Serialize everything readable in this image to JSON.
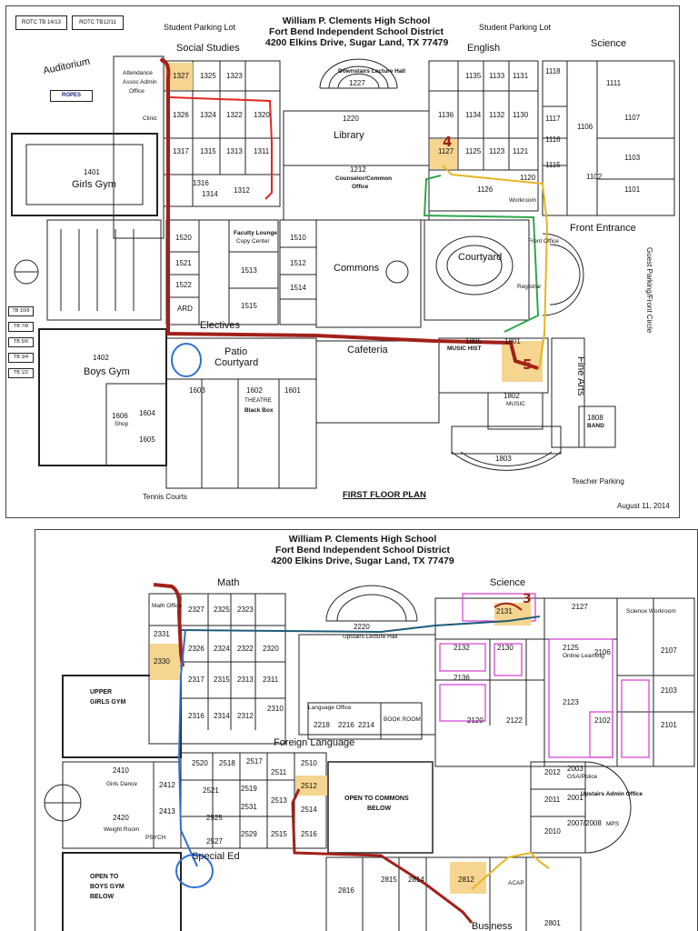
{
  "top": {
    "title_lines": [
      "William P. Clements High School",
      "Fort Bend Independent School District",
      "4200 Elkins Drive, Sugar Land, TX 77479"
    ],
    "plan_title": "FIRST FLOOR PLAN",
    "date": "August 11, 2014",
    "parking_left": "Student Parking Lot",
    "parking_right": "Student Parking Lot",
    "tennis": "Tennis Courts",
    "teacher_parking": "Teacher Parking",
    "guest_parking": "Guest Parking/Front Circle",
    "rotc_a": "ROTC TB 14/13",
    "rotc_b": "ROTC TB12/11",
    "auditorium": "Auditorium",
    "ropes": "ROPES",
    "areas": {
      "social_studies": "Social Studies",
      "english": "English",
      "science": "Science",
      "library": "Library",
      "commons": "Commons",
      "courtyard": "Courtyard",
      "front_entrance": "Front Entrance",
      "electives": "Electives",
      "patio": "Patio",
      "patio2": "Courtyard",
      "cafeteria": "Cafeteria",
      "fine_arts": "Fine Arts",
      "girls_gym": "Girls Gym",
      "boys_gym": "Boys Gym"
    },
    "tb_labels": [
      "TB 10/9",
      "TB 7/8",
      "TB 5/6",
      "TB 3/4",
      "TB 1/2"
    ],
    "rooms": {
      "r1327": "1327",
      "r1325": "1325",
      "r1323": "1323",
      "r1326": "1326",
      "r1324": "1324",
      "r1322": "1322",
      "r1320": "1320",
      "r1317": "1317",
      "r1315": "1315",
      "r1313": "1313",
      "r1311": "1311",
      "r1316": "1316",
      "r1314": "1314",
      "r1312": "1312",
      "r1401": "1401",
      "r1402": "1402",
      "r1520": "1520",
      "r1521": "1521",
      "r1522": "1522",
      "r1513": "1513",
      "r1515": "1515",
      "r1510": "1510",
      "r1512": "1512",
      "r1514": "1514",
      "ard": "ARD",
      "r1220": "1220",
      "r1212": "1212",
      "r1227": "1227",
      "r1135": "1135",
      "r1133": "1133",
      "r1131": "1131",
      "r1118": "1118",
      "r1111": "1111",
      "r1136": "1136",
      "r1134": "1134",
      "r1132": "1132",
      "r1130": "1130",
      "r1117": "1117",
      "r1106": "1106",
      "r1107": "1107",
      "r1116": "1116",
      "r1103": "1103",
      "r1127": "1127",
      "r1125": "1125",
      "r1123": "1123",
      "r1121": "1121",
      "r1115": "1115",
      "r1102": "1102",
      "r1101": "1101",
      "r1126": "1126",
      "r1120": "1120",
      "r1801": "1801",
      "r1805": "1805",
      "r1802": "1802",
      "r1803": "1803",
      "r1808": "1808",
      "r1603": "1603",
      "r1602": "1602",
      "r1601": "1601",
      "r1606": "1606",
      "r1604": "1604",
      "r1605": "1605"
    },
    "notes": {
      "counselor": "Counselor/Common",
      "office": "Office",
      "downstairs_lecture": "Downstairs Lecture Hall",
      "faculty_lounge": "Faculty Lounge",
      "copy_center": "Copy Center",
      "workroom": "Workroom",
      "front_office": "Front Office",
      "registrar": "Registrar",
      "music_hist": "MUSIC HIST",
      "theatre": "THEATRE",
      "black_box": "Black Box",
      "shop": "Shop",
      "band": "BAND",
      "clinic": "Clinic",
      "attendance": "Attendance",
      "assoc_admin": "Assoc Admin",
      "office_small": "Office",
      "music": "MUSIC"
    },
    "route_marks": [
      "4",
      "5"
    ]
  },
  "bottom": {
    "title_lines": [
      "William P. Clements High School",
      "Fort Bend Independent School District",
      "4200 Elkins Drive, Sugar Land, TX 77479"
    ],
    "areas": {
      "math": "Math",
      "science": "Science",
      "foreign_language": "Foreign Language",
      "special_ed": "Special Ed",
      "business": "Business"
    },
    "gym_upper": [
      "UPPER",
      "GIRLS GYM"
    ],
    "gym_open": [
      "OPEN TO",
      "BOYS GYM",
      "BELOW"
    ],
    "commons_open": [
      "OPEN TO COMMONS",
      "BELOW"
    ],
    "rooms": {
      "r2327": "2327",
      "r2325": "2325",
      "r2323": "2323",
      "r2331": "2331",
      "r2330": "2330",
      "r2326": "2326",
      "r2324": "2324",
      "r2322": "2322",
      "r2320": "2320",
      "r2317": "2317",
      "r2315": "2315",
      "r2313": "2313",
      "r2311": "2311",
      "r2316": "2316",
      "r2314": "2314",
      "r2312": "2312",
      "r2310": "2310",
      "r2220": "2220",
      "r2218": "2218",
      "r2216": "2216",
      "r2214": "2214",
      "r2131": "2131",
      "r2127": "2127",
      "r2132": "2132",
      "r2130": "2130",
      "r2125": "2125",
      "r2106": "2106",
      "r2107": "2107",
      "r2136": "2136",
      "r2103": "2103",
      "r2123": "2123",
      "r2120": "2120",
      "r2122": "2122",
      "r2102": "2102",
      "r2101": "2101",
      "r2410": "2410",
      "r2412": "2412",
      "r2413": "2413",
      "r2420": "2420",
      "r2520": "2520",
      "r2518": "2518",
      "r2517": "2517",
      "r2521": "2521",
      "r2519": "2519",
      "r2531": "2531",
      "r2525": "2525",
      "r2529": "2529",
      "r2527": "2527",
      "r2511": "2511",
      "r2513": "2513",
      "r2515": "2515",
      "r2510": "2510",
      "r2512": "2512",
      "r2514": "2514",
      "r2516": "2516",
      "r2012": "2012",
      "r2003": "2003",
      "r2011": "2011",
      "r2010": "2010",
      "r2001": "2001",
      "r2007": "2007/2008",
      "r2816": "2816",
      "r2815": "2815",
      "r2814": "2814",
      "r2812": "2812",
      "r2801": "2801"
    },
    "notes": {
      "math_office": "Math Office",
      "upstairs_lecture": "Upstairs Lecture Hall",
      "language_office": "Language Office",
      "book_room": "BOOK ROOM",
      "science_workroom": "Science Workroom",
      "online_learning": "Online Learning",
      "girls_dance": "Girls Dance",
      "weight_room": "Weight Room",
      "psych": "PSYCH",
      "gsa_police": "GSA/Police",
      "upstairs_admin": "Upstairs Admin Office",
      "acap": "ACAP",
      "mps": "MPS"
    },
    "route_marks": [
      "3"
    ]
  },
  "colors": {
    "route_red": "#a2201a",
    "route_red_bright": "#e0271f",
    "route_blue": "#2e6fd6",
    "route_yellow": "#e6b520",
    "route_green": "#2fa84a",
    "route_teal": "#1f5c78",
    "highlight": "#f6d590",
    "science_magenta": "#d23ad2"
  }
}
